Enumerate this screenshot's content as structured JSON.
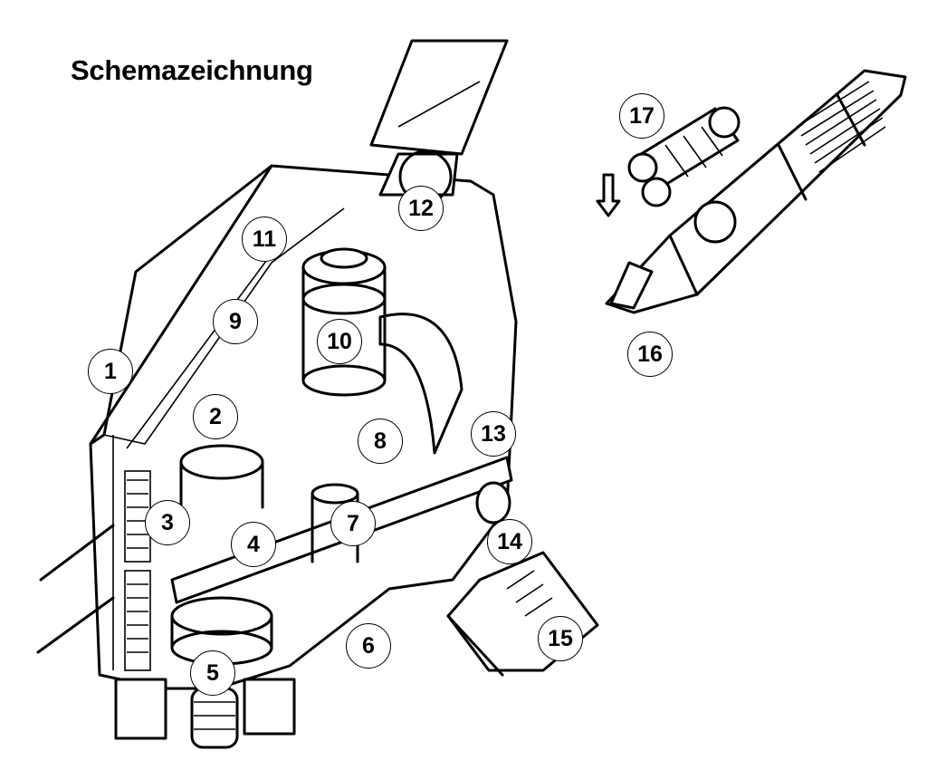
{
  "title": "Schemazeichnung",
  "labels": [
    "1",
    "2",
    "3",
    "4",
    "5",
    "6",
    "7",
    "8",
    "9",
    "10",
    "11",
    "12",
    "13",
    "14",
    "15",
    "16",
    "17"
  ]
}
